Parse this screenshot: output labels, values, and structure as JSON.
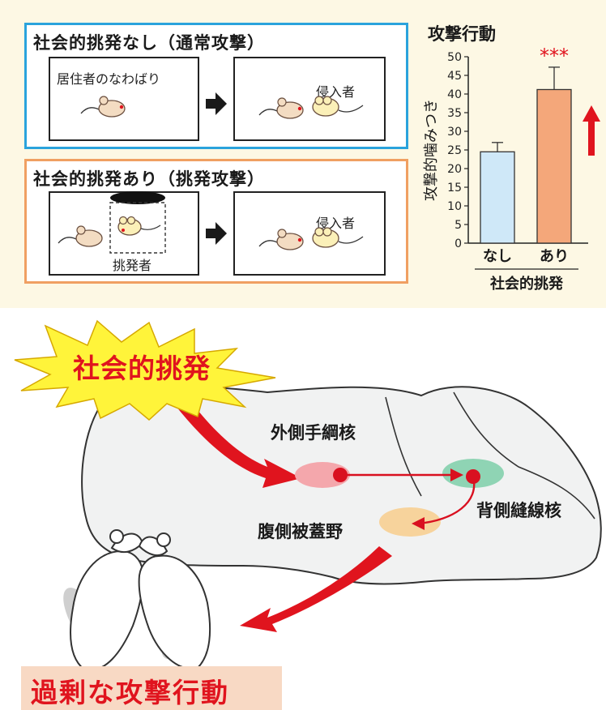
{
  "experiment": {
    "no_provocation_title": "社会的挑発なし（通常攻撃）",
    "provocation_title": "社会的挑発あり（挑発攻撃）",
    "resident_territory": "居住者のなわばり",
    "intruder": "侵入者",
    "provoker": "挑発者"
  },
  "colors": {
    "no_provocation_border": "#2aa3dc",
    "provocation_border": "#f0a062",
    "bar_none": "#cfe8f8",
    "bar_with": "#f4a77a",
    "accent_red": "#e0141e",
    "panel_bg": "#fdf8e4"
  },
  "chart_data": {
    "type": "bar",
    "title": "攻撃行動",
    "ylabel": "攻撃的噛みつき",
    "xlabel": "社会的挑発",
    "categories": [
      "なし",
      "あり"
    ],
    "values": [
      24.5,
      41.2
    ],
    "errors": [
      2.5,
      6.0
    ],
    "ylim": [
      0,
      50
    ],
    "yticks": [
      0,
      5,
      10,
      15,
      20,
      25,
      30,
      35,
      40,
      45,
      50
    ],
    "significance": "***"
  },
  "brain": {
    "trigger": "社会的挑発",
    "lateral_habenula": "外側手綱核",
    "dorsal_raphe": "背側縫線核",
    "vta": "腹側被蓋野",
    "outcome": "過剰な攻撃行動"
  }
}
